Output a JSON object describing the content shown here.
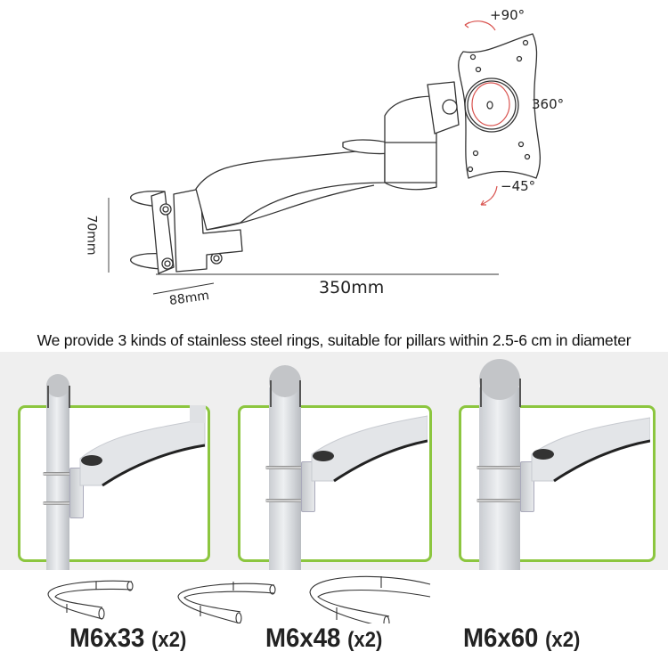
{
  "diagram": {
    "rotation_labels": {
      "up": "+90°",
      "spin": "360°",
      "down": "−45°"
    },
    "dimensions": {
      "height": "70mm",
      "depth": "88mm",
      "length": "350mm"
    },
    "colors": {
      "line": "#333333",
      "rotation_arrow": "#d9534f"
    }
  },
  "caption": "We provide 3 kinds of stainless steel rings, suitable for pillars within 2.5-6 cm in diameter",
  "panels": [
    {
      "id": "small-pillar",
      "pillar_width": 24
    },
    {
      "id": "medium-pillar",
      "pillar_width": 34
    },
    {
      "id": "large-pillar",
      "pillar_width": 44
    }
  ],
  "accent_color": "#8cc63f",
  "screws": [
    {
      "size": "M6x33",
      "qty": "(x2)"
    },
    {
      "size": "M6x48",
      "qty": "(x2)"
    },
    {
      "size": "M6x60",
      "qty": "(x2)"
    }
  ]
}
